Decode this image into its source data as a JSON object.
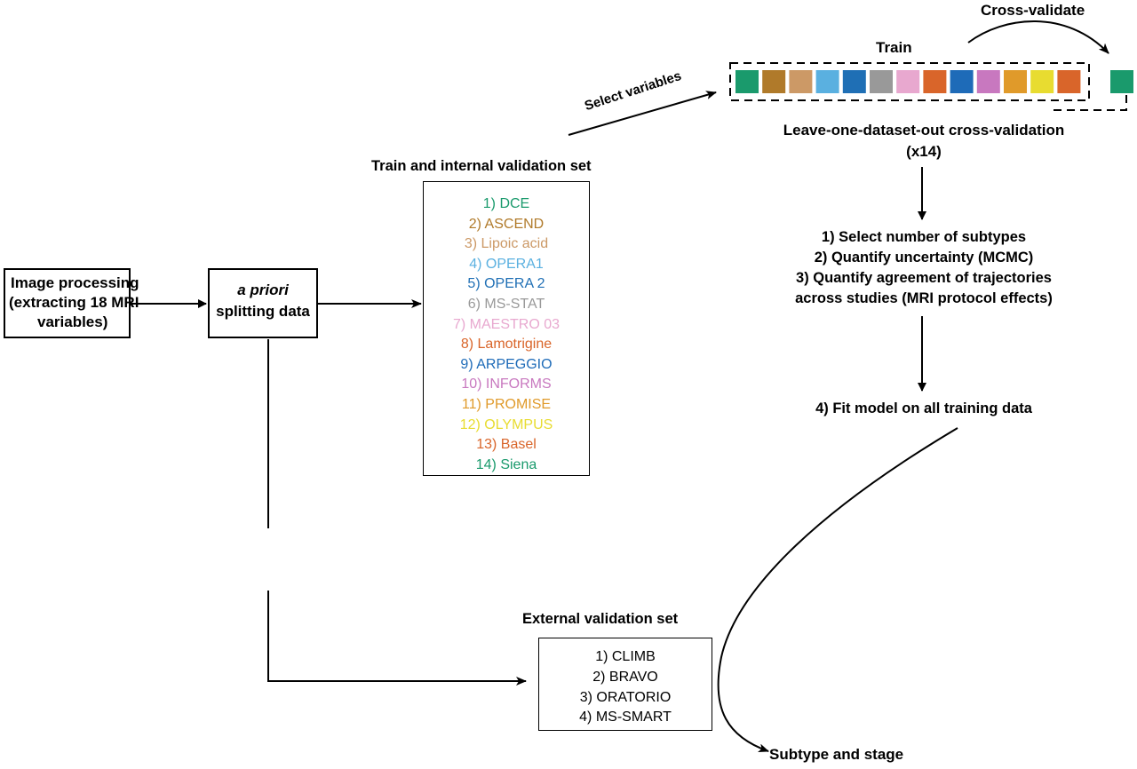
{
  "image_processing": {
    "line1": "Image processing",
    "line2": "(extracting 18 MRI",
    "line3": "variables)"
  },
  "splitting": {
    "line1": "a priori",
    "line2": "splitting data"
  },
  "train_set": {
    "title": "Train and internal validation set",
    "studies": [
      {
        "label": "1) DCE",
        "color": "#1a9a6c"
      },
      {
        "label": "2) ASCEND",
        "color": "#b07a2a"
      },
      {
        "label": "3) Lipoic acid",
        "color": "#cc9966"
      },
      {
        "label": "4) OPERA1",
        "color": "#5ab0e0"
      },
      {
        "label": "5) OPERA 2",
        "color": "#1f6fb5"
      },
      {
        "label": "6) MS-STAT",
        "color": "#999999"
      },
      {
        "label": "7) MAESTRO 03",
        "color": "#e8a8cf"
      },
      {
        "label": "8) Lamotrigine",
        "color": "#d9652a"
      },
      {
        "label": "9) ARPEGGIO",
        "color": "#1e6bb8"
      },
      {
        "label": "10) INFORMS",
        "color": "#c878bf"
      },
      {
        "label": "11) PROMISE",
        "color": "#e09a2a"
      },
      {
        "label": "12) OLYMPUS",
        "color": "#e8dc30"
      },
      {
        "label": "13) Basel",
        "color": "#d9652a"
      },
      {
        "label": "14) Siena",
        "color": "#1a9a6c"
      }
    ]
  },
  "select_variables": "Select variables",
  "train_label": "Train",
  "cross_validate": "Cross-validate",
  "cv_title": {
    "line1": "Leave-one-dataset-out cross-validation",
    "line2": "(x14)"
  },
  "cv_squares": [
    "#1a9a6c",
    "#b07a2a",
    "#cc9966",
    "#5ab0e0",
    "#1f6fb5",
    "#999999",
    "#e8a8cf",
    "#d9652a",
    "#1e6bb8",
    "#c878bf",
    "#e09a2a",
    "#e8dc30",
    "#d9652a"
  ],
  "held_out_color": "#1a9a6c",
  "steps": {
    "s1": "1) Select number of subtypes",
    "s2": "2) Quantify uncertainty (MCMC)",
    "s3a": "3) Quantify agreement of trajectories",
    "s3b": "across studies (MRI protocol effects)"
  },
  "fit_model": "4) Fit model on all training data",
  "external_set": {
    "title": "External validation set",
    "studies": [
      "1) CLIMB",
      "2) BRAVO",
      "3) ORATORIO",
      "4) MS-SMART"
    ]
  },
  "output_label": "Subtype and stage"
}
